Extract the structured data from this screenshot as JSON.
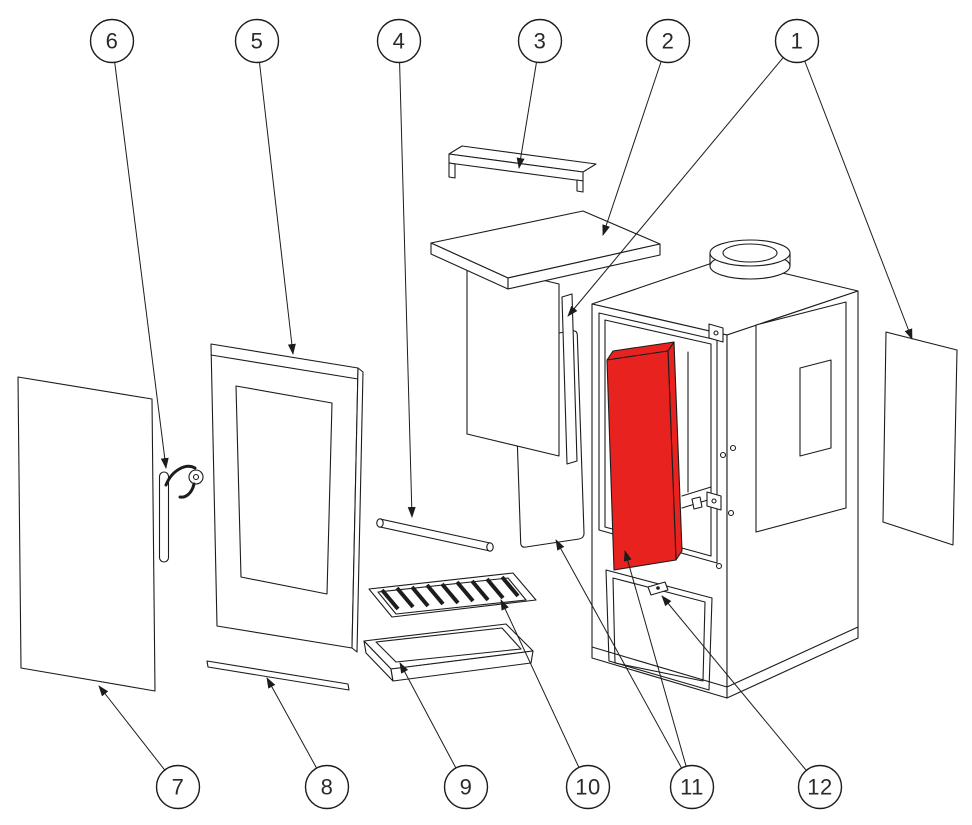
{
  "diagram": {
    "highlight_color": "#e8231f",
    "line_color": "#1c1c1c",
    "callouts": [
      {
        "number": "1"
      },
      {
        "number": "2"
      },
      {
        "number": "3"
      },
      {
        "number": "4"
      },
      {
        "number": "5"
      },
      {
        "number": "6"
      },
      {
        "number": "7"
      },
      {
        "number": "8"
      },
      {
        "number": "9"
      },
      {
        "number": "10"
      },
      {
        "number": "11"
      },
      {
        "number": "12"
      }
    ]
  }
}
